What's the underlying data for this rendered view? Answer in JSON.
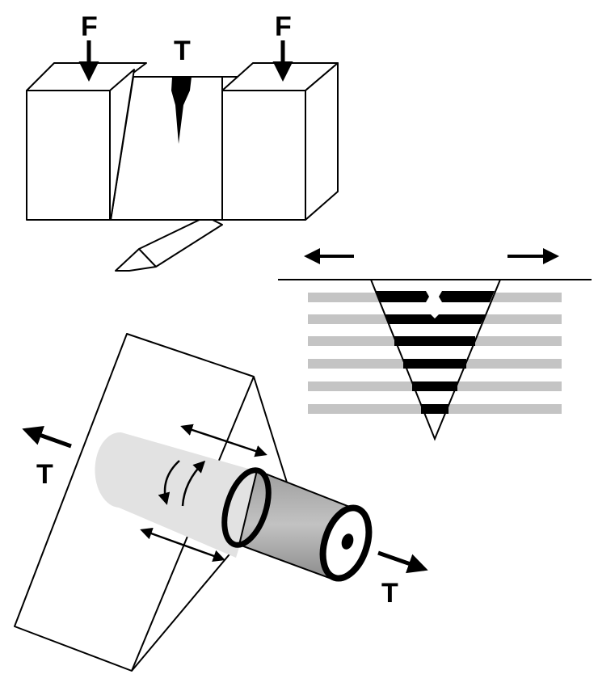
{
  "labels": {
    "force_left": "F",
    "force_right": "F",
    "tension_top": "T",
    "tension_left": "T",
    "tension_right": "T"
  },
  "colors": {
    "ink": "#000000",
    "paper": "#ffffff",
    "layer_grey": "#c4c4c4",
    "fiber_grey": "#b2b2b2",
    "fiber_shadow": "#e0e0e0"
  }
}
